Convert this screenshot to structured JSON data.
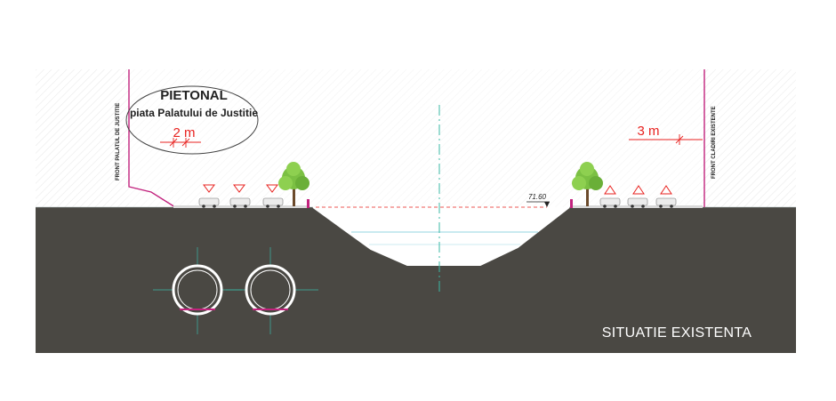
{
  "left_zone": {
    "title": "PIETONAL",
    "subtitle": "piata Palatului de Justitie",
    "dimension": "2 m",
    "facade_label": "FRONT PALATUL DE JUSTITIE"
  },
  "right_zone": {
    "dimension": "3 m",
    "facade_label": "FRONT CLADIRI EXISTENTE"
  },
  "elevation": "71.60",
  "caption": "SITUATIE EXISTENTA",
  "colors": {
    "ground": "#4a4843",
    "dimension_red": "#e8221f",
    "facade_magenta": "#c2237e",
    "water_line": "#6fc7d8",
    "axis": "#3bb8a6",
    "tree_green": "#7bc043"
  }
}
